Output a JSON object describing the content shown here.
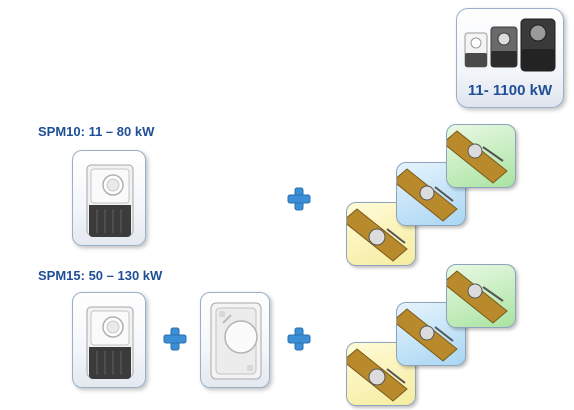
{
  "range_badge": {
    "label": "11- 1100 kW"
  },
  "sections": [
    {
      "title": "SPM10: 11 – 80 kW"
    },
    {
      "title": "SPM15: 50 – 130 kW"
    }
  ],
  "colors": {
    "title_blue": "#1f4f96",
    "plus_blue": "#3a8fd6",
    "sensor_yellow": "#f6eca0",
    "sensor_blue": "#a9d6f3",
    "sensor_green": "#a9e3a1"
  }
}
